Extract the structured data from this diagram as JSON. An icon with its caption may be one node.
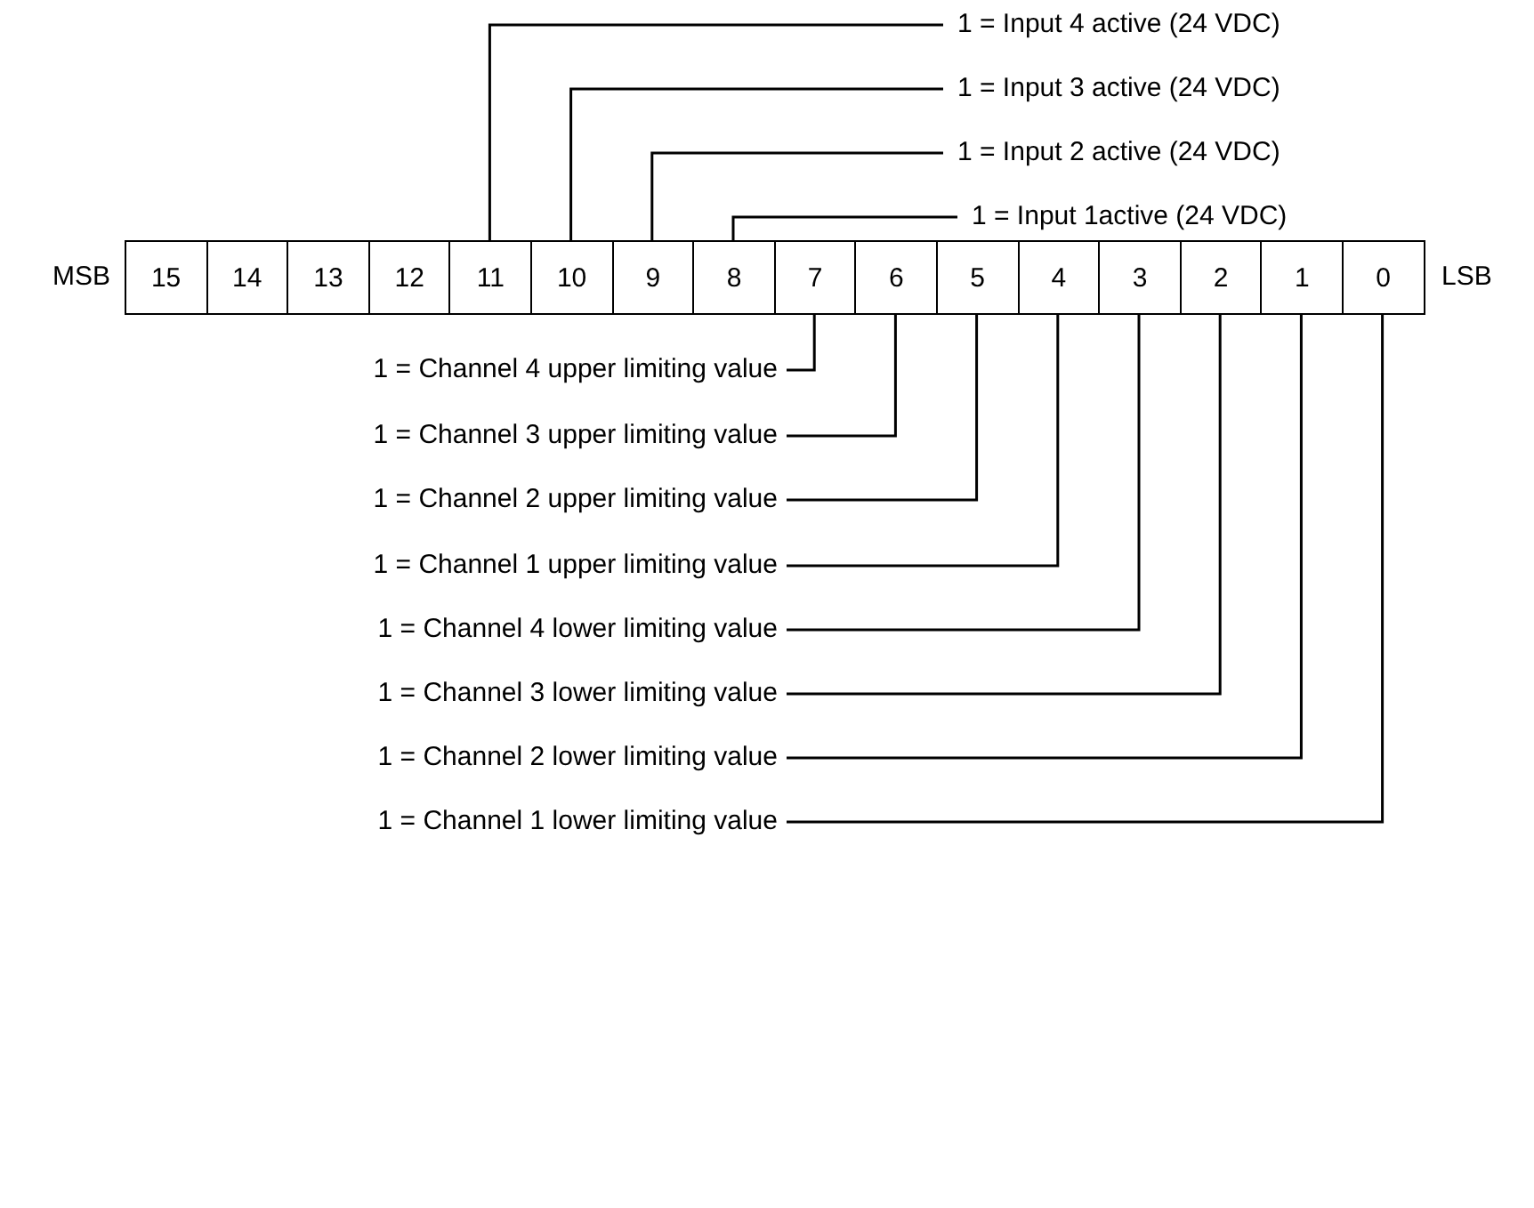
{
  "diagram": {
    "nodes": [
      {
        "text": [
          "1 = Input 4 active (24 VDC)"
        ]
      },
      {
        "text": [
          "1 = Input 3 active (24 VDC)"
        ]
      },
      {
        "text": [
          "1 = Input 2 active (24 VDC)"
        ]
      },
      {
        "text": [
          "1 = Input 1active (24 VDC)"
        ]
      },
      {
        "text": [
          "15"
        ]
      },
      {
        "text": [
          "14"
        ]
      },
      {
        "text": [
          "13"
        ]
      },
      {
        "text": [
          "12"
        ]
      },
      {
        "text": [
          "11"
        ]
      },
      {
        "text": [
          "10"
        ]
      },
      {
        "text": [
          "9"
        ]
      },
      {
        "text": [
          "8"
        ]
      },
      {
        "text": [
          "7"
        ]
      },
      {
        "text": [
          "6"
        ]
      },
      {
        "text": [
          "5"
        ]
      },
      {
        "text": [
          "4"
        ]
      },
      {
        "text": [
          "3"
        ]
      },
      {
        "text": [
          "2"
        ]
      },
      {
        "text": [
          "1"
        ]
      },
      {
        "text": [
          "0"
        ]
      },
      {
        "text": [
          "1 = Channel 4 upper limiting value"
        ]
      },
      {
        "text": [
          "1 = Channel 3 upper limiting value"
        ]
      },
      {
        "text": [
          "1 = Channel 2 upper limiting value"
        ]
      },
      {
        "text": [
          "1 = Channel 1 upper limiting value"
        ]
      },
      {
        "text": [
          "1 = Channel 4 lower limiting value"
        ]
      },
      {
        "text": [
          "1 = Channel 3 lower limiting value"
        ]
      },
      {
        "text": [
          "1 = Channel 2 lower limiting value"
        ]
      },
      {
        "text": [
          "1 = Channel 1 lower limiting value"
        ]
      }
    ],
    "edges": [
      {
        "from": 0,
        "to": 8,
        "arrow": "none"
      },
      {
        "from": 1,
        "to": 9,
        "arrow": "none"
      },
      {
        "from": 2,
        "to": 10,
        "arrow": "none"
      },
      {
        "from": 3,
        "to": 11,
        "arrow": "none"
      },
      {
        "from": 20,
        "to": 12,
        "arrow": "none"
      },
      {
        "from": 21,
        "to": 13,
        "arrow": "none"
      },
      {
        "from": 22,
        "to": 14,
        "arrow": "none"
      },
      {
        "from": 23,
        "to": 15,
        "arrow": "none"
      },
      {
        "from": 24,
        "to": 16,
        "arrow": "none"
      },
      {
        "from": 25,
        "to": 17,
        "arrow": "none"
      },
      {
        "from": 26,
        "to": 18,
        "arrow": "none"
      },
      {
        "from": 27,
        "to": 19,
        "arrow": "none"
      }
    ],
    "labels": [
      "MSB",
      "LSB"
    ]
  }
}
